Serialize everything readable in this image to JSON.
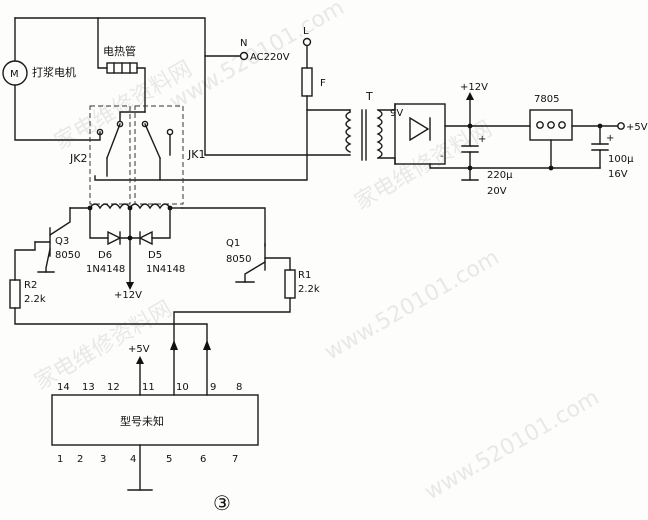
{
  "labels": {
    "motor_symbol": "M",
    "motor_name": "打浆电机",
    "heater": "电热管",
    "neutral": "N",
    "ac_source": "AC220V",
    "line": "L",
    "fuse": "F",
    "transformer": "T",
    "secondary_voltage": "9V",
    "regulator": "7805",
    "plus12_top": "+12V",
    "plus5_out": "+5V",
    "cap_big": "220μ",
    "cap_big_v": "20V",
    "cap_small": "100μ",
    "cap_small_v": "16V",
    "jk2": "JK2",
    "jk1": "JK1",
    "q3": "Q3",
    "q3_type": "8050",
    "q1": "Q1",
    "q1_type": "8050",
    "d6": "D6",
    "d6_type": "1N4148",
    "d5": "D5",
    "d5_type": "1N4148",
    "plus12_mid": "+12V",
    "r2": "R2",
    "r2_val": "2.2k",
    "r1": "R1",
    "r1_val": "2.2k",
    "plus5_ic": "+5V",
    "ic_name": "型号未知",
    "figure_number": "③"
  },
  "ic_pins_top": [
    "14",
    "13",
    "12",
    "11",
    "10",
    "9",
    "8"
  ],
  "ic_pins_bottom": [
    "1",
    "2",
    "3",
    "4",
    "5",
    "6",
    "7"
  ],
  "watermarks": [
    "家电维修资料网",
    "www.520101.com",
    "家电维修资料网",
    "www.520101.com",
    "家电维修资料网",
    "www.520101.com"
  ]
}
